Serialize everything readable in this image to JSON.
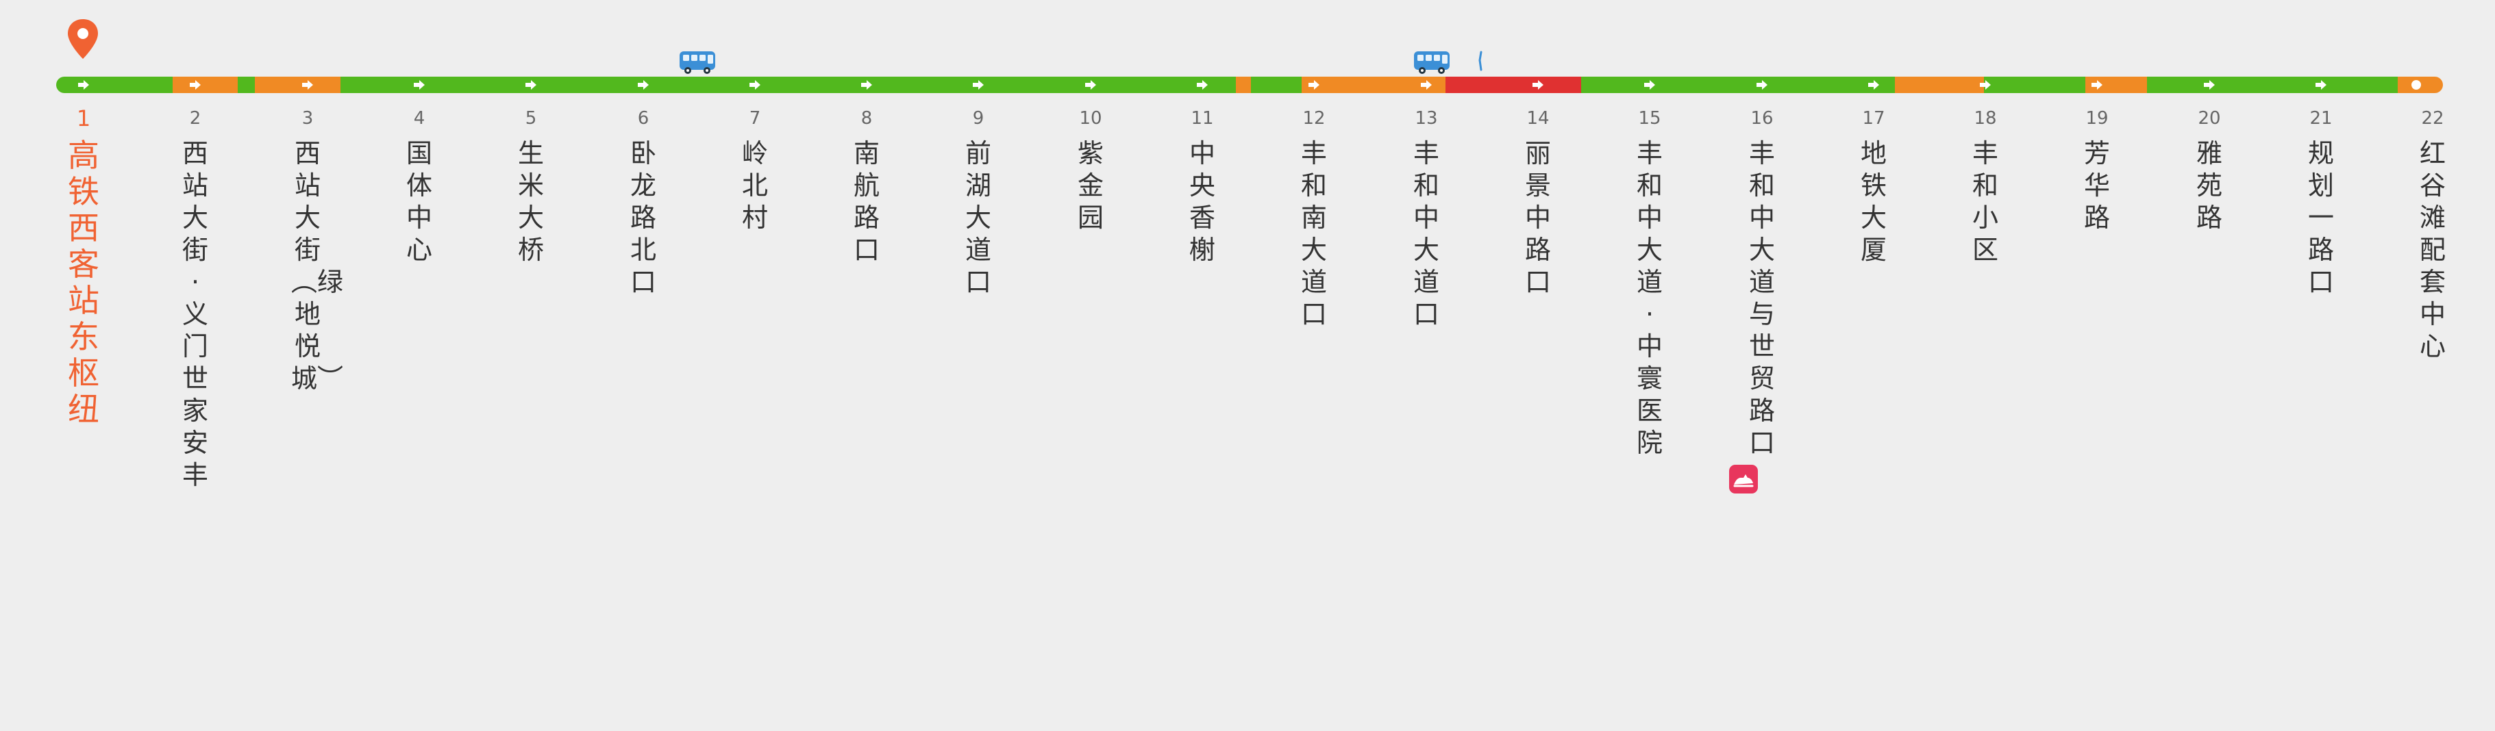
{
  "route": {
    "current_station_index": 0,
    "stations": [
      {
        "num": "1",
        "name": "高铁西客站东枢纽"
      },
      {
        "num": "2",
        "name": "西站大街·义门世家安丰"
      },
      {
        "num": "3",
        "name": "西站大街︵绿地悦城︶"
      },
      {
        "num": "4",
        "name": "国体中心"
      },
      {
        "num": "5",
        "name": "生米大桥"
      },
      {
        "num": "6",
        "name": "卧龙路北口"
      },
      {
        "num": "7",
        "name": "岭北村"
      },
      {
        "num": "8",
        "name": "南航路口"
      },
      {
        "num": "9",
        "name": "前湖大道口"
      },
      {
        "num": "10",
        "name": "紫金园"
      },
      {
        "num": "11",
        "name": "中央香榭"
      },
      {
        "num": "12",
        "name": "丰和南大道口"
      },
      {
        "num": "13",
        "name": "丰和中大道口"
      },
      {
        "num": "14",
        "name": "丽景中路口"
      },
      {
        "num": "15",
        "name": "丰和中大道·中寰医院"
      },
      {
        "num": "16",
        "name": "丰和中大道与世贸路口"
      },
      {
        "num": "17",
        "name": "地铁大厦"
      },
      {
        "num": "18",
        "name": "丰和小区"
      },
      {
        "num": "19",
        "name": "芳华路"
      },
      {
        "num": "20",
        "name": "雅苑路"
      },
      {
        "num": "21",
        "name": "规划一路口"
      },
      {
        "num": "22",
        "name": "红谷滩配套中心"
      }
    ],
    "traffic_segments": [
      {
        "status": "smooth",
        "color": "#52b81e"
      },
      {
        "status": "slow",
        "color": "#f08a24"
      },
      {
        "status": "smooth",
        "color": "#52b81e"
      },
      {
        "status": "slow",
        "color": "#f08a24"
      },
      {
        "status": "smooth",
        "color": "#52b81e"
      },
      {
        "status": "slow",
        "color": "#f08a24"
      },
      {
        "status": "smooth",
        "color": "#52b81e"
      },
      {
        "status": "slow",
        "color": "#f08a24"
      },
      {
        "status": "congested",
        "color": "#e03131"
      },
      {
        "status": "smooth",
        "color": "#52b81e"
      },
      {
        "status": "slow",
        "color": "#f08a24"
      },
      {
        "status": "smooth",
        "color": "#52b81e"
      },
      {
        "status": "slow",
        "color": "#f08a24"
      },
      {
        "status": "smooth",
        "color": "#52b81e"
      },
      {
        "status": "slow",
        "color": "#f08a24"
      }
    ],
    "vehicles": [
      {
        "icon": "bus-icon",
        "position_station": 6.5
      },
      {
        "icon": "bus-icon",
        "position_station": 12.9
      }
    ],
    "transfer_badge": {
      "icon": "metro-icon",
      "station_num": "16",
      "color": "#e8365d"
    },
    "colors": {
      "accent": "#f06232",
      "smooth": "#52b81e",
      "slow": "#f08a24",
      "congested": "#e03131",
      "bus": "#3b8fd6"
    }
  }
}
